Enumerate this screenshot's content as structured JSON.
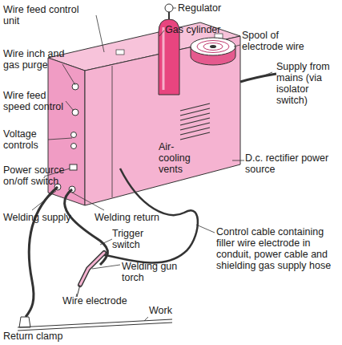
{
  "diagram": {
    "labels": [
      "Regulator",
      "Wire feed control unit",
      "Gas cylinder",
      "Spool of electrode wire",
      "Wire inch and gas purge",
      "Supply from mains (via isolator switch)",
      "Wire feed speed control",
      "Air-cooling vents",
      "Voltage controls",
      "D.c. rectifier power source",
      "Power source on/off switch",
      "Welding supply",
      "Welding return",
      "Control cable containing filler wire electrode in conduit, power cable and shielding gas supply hose",
      "Trigger switch",
      "Welding gun torch",
      "Wire electrode",
      "Return clamp",
      "Work"
    ]
  }
}
